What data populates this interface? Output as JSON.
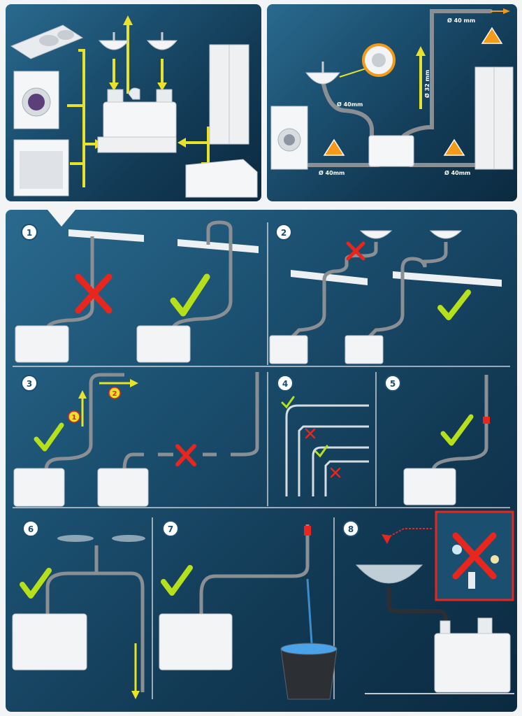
{
  "top_right": {
    "labels": {
      "diam_top": "Ø 40 mm",
      "diam_vertical": "Ø 32 mm",
      "diam_left_upper": "Ø 40mm",
      "diam_left_lower": "Ø 40mm",
      "diam_right_lower": "Ø 40mm"
    }
  },
  "steps": [
    {
      "number": "1"
    },
    {
      "number": "2"
    },
    {
      "number": "3",
      "sub_1": "1",
      "sub_2": "2"
    },
    {
      "number": "4"
    },
    {
      "number": "5"
    },
    {
      "number": "6"
    },
    {
      "number": "7"
    },
    {
      "number": "8"
    }
  ],
  "colors": {
    "panel_dark": "#0b2a40",
    "panel_light": "#2a6a8e",
    "highlight": "#e8e32a",
    "check": "#b6df1c",
    "cross": "#e8261e",
    "pipe": "#8a8f93",
    "unit": "#f3f4f5",
    "warning": "#f39a1b",
    "arrow_orange": "#f39a1b"
  }
}
